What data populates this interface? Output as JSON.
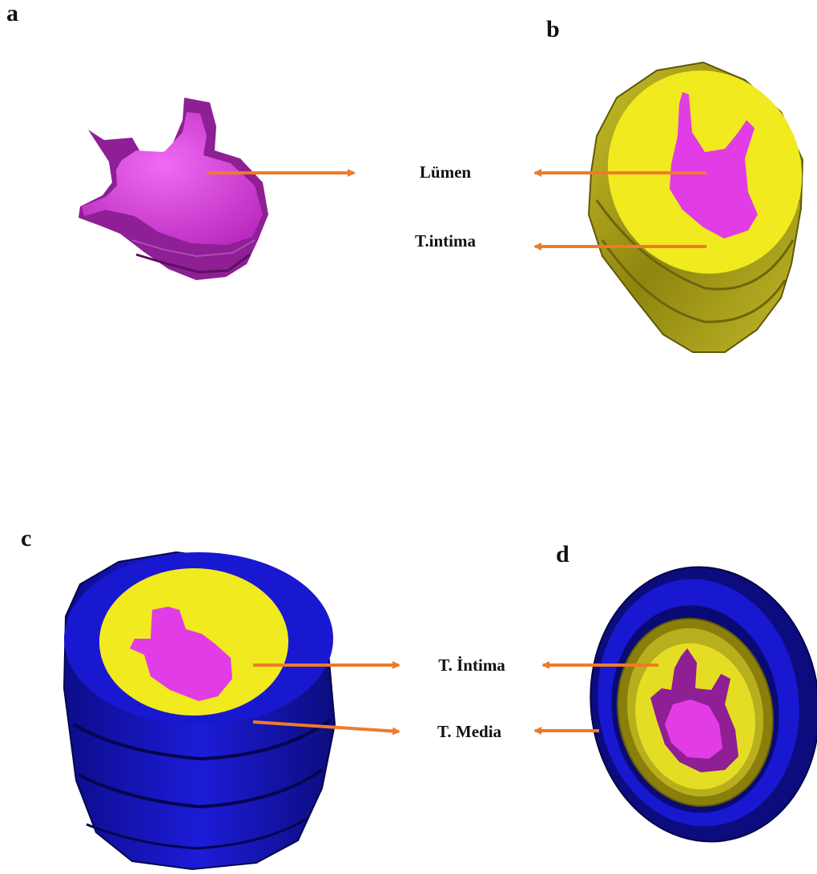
{
  "panels": {
    "a": {
      "label": "a"
    },
    "b": {
      "label": "b"
    },
    "c": {
      "label": "c"
    },
    "d": {
      "label": "d"
    }
  },
  "callouts": {
    "top": [
      "Lümen",
      "T.intima"
    ],
    "bottom": [
      "T. İntima",
      "T. Media"
    ]
  },
  "colors": {
    "lumen": "#e23ce6",
    "lumen_dark": "#8e1f94",
    "intima": "#f0ea1e",
    "intima_dark": "#8a7f0a",
    "media": "#1818d0",
    "media_dark": "#0a0a74",
    "arrow": "#ee7b2b"
  }
}
